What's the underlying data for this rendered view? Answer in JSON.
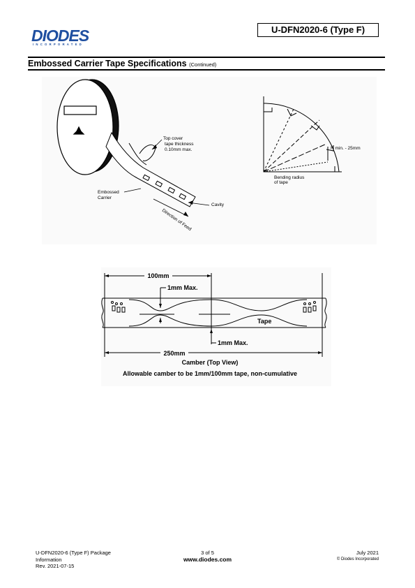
{
  "header": {
    "logo_text": "DIODES",
    "logo_subtext": "INCORPORATED",
    "part_number": "U-DFN2020-6 (Type F)"
  },
  "section": {
    "title": "Embossed Carrier Tape Specifications",
    "title_note": "(Continued)"
  },
  "figure_reel": {
    "top_cover_label": [
      "Top cover",
      "tape thickness",
      "0.10mm max."
    ],
    "embossed_label": [
      "Embossed",
      "Carrier"
    ],
    "cavity_label": "Cavity",
    "feed_label": "Direction of Feed",
    "radius_label": "R min. - 25mm",
    "bending_label": [
      "Bending radius",
      "of tape"
    ]
  },
  "figure_camber": {
    "dim_100": "100mm",
    "dim_1mm_top": "1mm Max.",
    "tape_label": "Tape",
    "dim_1mm_bottom": "1mm Max.",
    "dim_250": "250mm",
    "caption": "Camber (Top View)",
    "note": "Allowable camber to be 1mm/100mm tape, non-cumulative"
  },
  "footer": {
    "left_line1": "U-DFN2020-6 (Type F) Package",
    "left_line2": "Information",
    "left_line3": "Rev. 2021-07-15",
    "page": "3 of 5",
    "url": "www.diodes.com",
    "date": "July 2021",
    "copyright": "© Diodes Incorporated"
  }
}
